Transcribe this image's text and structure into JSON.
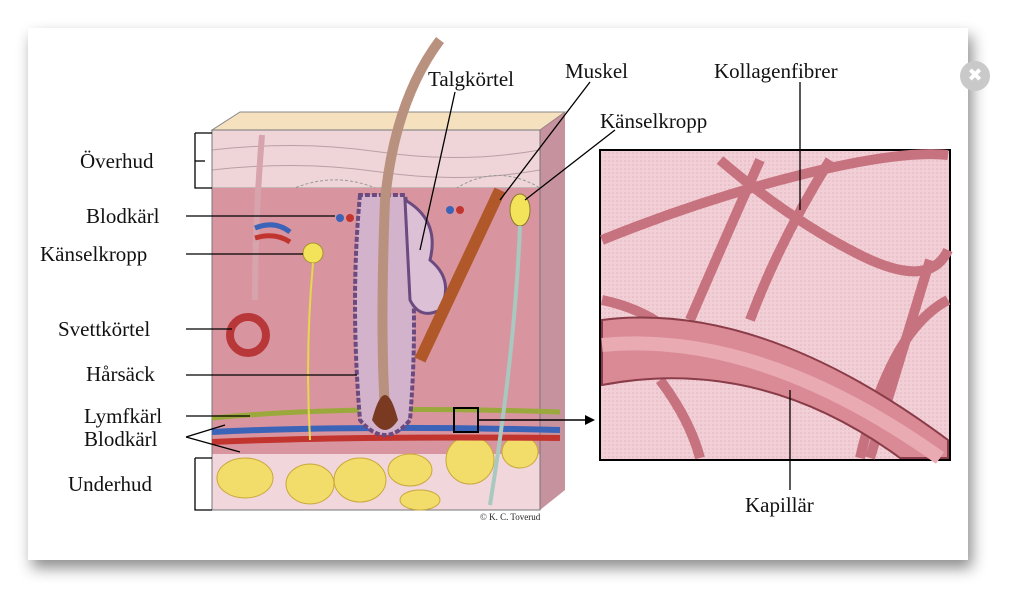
{
  "diagram": {
    "labels": {
      "overhud": "Överhud",
      "blodkarl_top": "Blodkärl",
      "kanselkropp_left": "Känselkropp",
      "svettkortel": "Svettkörtel",
      "harsack": "Hårsäck",
      "lymfkarl": "Lymfkärl",
      "blodkarl_bottom": "Blodkärl",
      "underhud": "Underhud",
      "talgkortel": "Talgkörtel",
      "muskel": "Muskel",
      "kanselkropp_right": "Känselkropp",
      "kollagenfibrer": "Kollagenfibrer",
      "kapillar": "Kapillär"
    },
    "copyright": "© K. C. Toverud"
  },
  "lightbox": {
    "close_icon": "close-icon"
  },
  "colors": {
    "dermis": "#d9959f",
    "epidermis": "#eccfd3",
    "fat": "#f2dc6a",
    "hypodermis": "#f1d6dc",
    "vessel_blue": "#3b63b8",
    "vessel_red": "#c2352f"
  }
}
